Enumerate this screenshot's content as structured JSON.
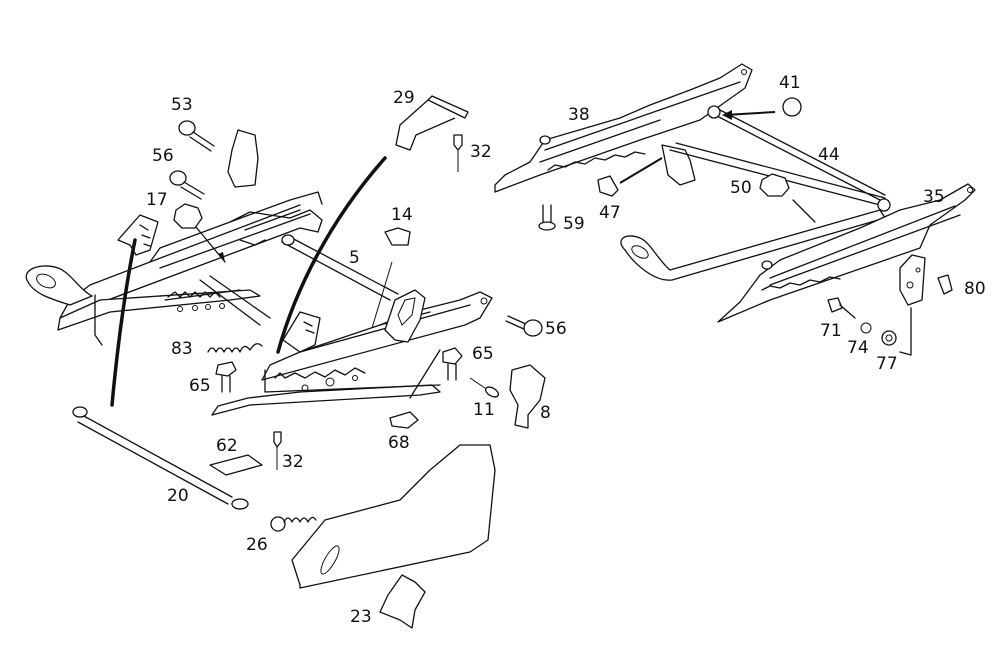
{
  "diagram": {
    "type": "exploded-parts-diagram",
    "subject": "Seat frame and adjuster rails",
    "callouts": [
      {
        "id": "53",
        "text": "53",
        "part": "bolt"
      },
      {
        "id": "56a",
        "text": "56",
        "part": "bolt"
      },
      {
        "id": "17",
        "text": "17",
        "part": "nut"
      },
      {
        "id": "29",
        "text": "29",
        "part": "bracket"
      },
      {
        "id": "32a",
        "text": "32",
        "part": "clip"
      },
      {
        "id": "14",
        "text": "14",
        "part": "clip"
      },
      {
        "id": "5",
        "text": "5",
        "part": "seat-rail-left"
      },
      {
        "id": "56b",
        "text": "56",
        "part": "bolt"
      },
      {
        "id": "83",
        "text": "83",
        "part": "spring"
      },
      {
        "id": "65a",
        "text": "65",
        "part": "bolt"
      },
      {
        "id": "65b",
        "text": "65",
        "part": "bolt"
      },
      {
        "id": "11",
        "text": "11",
        "part": "pin"
      },
      {
        "id": "8",
        "text": "8",
        "part": "handle"
      },
      {
        "id": "68",
        "text": "68",
        "part": "clip"
      },
      {
        "id": "62",
        "text": "62",
        "part": "plate"
      },
      {
        "id": "32b",
        "text": "32",
        "part": "clip"
      },
      {
        "id": "20",
        "text": "20",
        "part": "rod"
      },
      {
        "id": "26",
        "text": "26",
        "part": "spring"
      },
      {
        "id": "23",
        "text": "23",
        "part": "knob"
      },
      {
        "id": "38",
        "text": "38",
        "part": "seat-rail-inner"
      },
      {
        "id": "41",
        "text": "41",
        "part": "bushing"
      },
      {
        "id": "44",
        "text": "44",
        "part": "tube"
      },
      {
        "id": "47",
        "text": "47",
        "part": "clip"
      },
      {
        "id": "59",
        "text": "59",
        "part": "bolt"
      },
      {
        "id": "50",
        "text": "50",
        "part": "nut"
      },
      {
        "id": "35",
        "text": "35",
        "part": "seat-rail-outer"
      },
      {
        "id": "80",
        "text": "80",
        "part": "clip"
      },
      {
        "id": "71",
        "text": "71",
        "part": "bolt"
      },
      {
        "id": "74",
        "text": "74",
        "part": "lock-washer"
      },
      {
        "id": "77",
        "text": "77",
        "part": "washer"
      }
    ]
  }
}
